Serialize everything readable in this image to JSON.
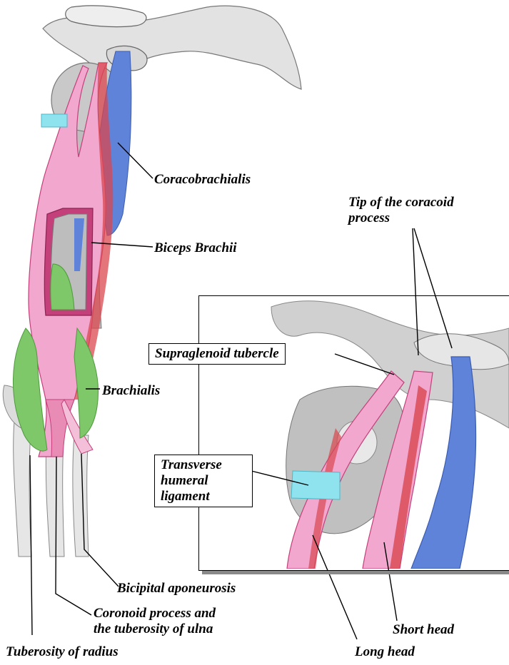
{
  "labels": {
    "coracobrachialis": "Coracobrachialis",
    "biceps_brachii": "Biceps Brachii",
    "brachialis": "Brachialis",
    "tip_coracoid_line1": "Tip of the coracoid",
    "tip_coracoid_line2": "process",
    "supraglenoid": "Supraglenoid tubercle",
    "transverse_line1": "Transverse",
    "transverse_line2": "humeral",
    "transverse_line3": "ligament",
    "bicipital_aponeurosis": "Bicipital aponeurosis",
    "coronoid_line1": "Coronoid process and",
    "coronoid_line2": "the tuberosity of ulna",
    "short_head": "Short head",
    "tuberosity_radius": "Tuberosity of radius",
    "long_head": "Long head"
  },
  "colors": {
    "bone": "#d4d4d4",
    "bone_shadow": "#9c9c9c",
    "biceps_pink": "#f2a7cf",
    "biceps_red": "#d9474f",
    "coracobrachialis_blue": "#5f83d9",
    "brachialis_green": "#7ec86a",
    "ligament_cyan": "#8fe3ee"
  }
}
